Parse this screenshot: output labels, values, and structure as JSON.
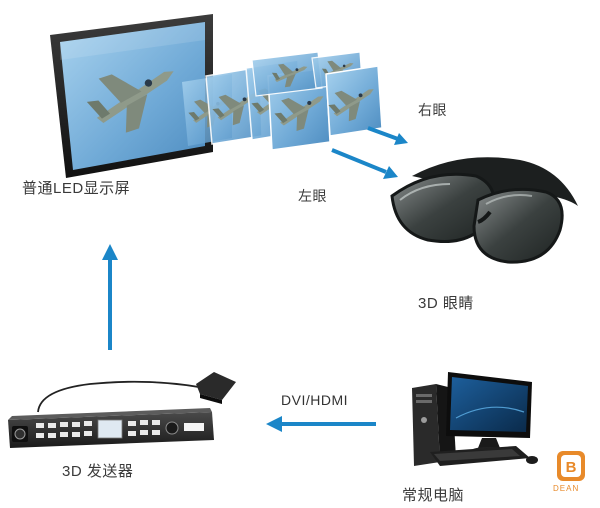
{
  "labels": {
    "led_display": "普通LED显示屏",
    "right_eye": "右眼",
    "left_eye": "左眼",
    "glasses": "3D 眼睛",
    "dvi_hdmi": "DVI/HDMI",
    "sender": "3D 发送器",
    "pc": "常规电脑"
  },
  "brand": {
    "logo_letter": "B",
    "name": "DEAN"
  },
  "colors": {
    "arrow": "#1b86c8",
    "brand": "#e88a2a",
    "sky": "#7fb6dd"
  }
}
